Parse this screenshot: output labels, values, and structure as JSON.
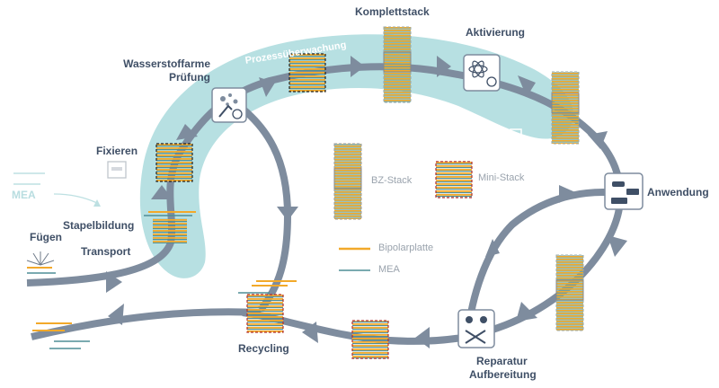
{
  "labels": {
    "komplettstack": "Komplettstack",
    "aktivierung": "Aktivierung",
    "wasserstoffarme": "Wasserstoffarme",
    "pruefung": "Prüfung",
    "fixieren": "Fixieren",
    "stapelbildung": "Stapelbildung",
    "fuegen": "Fügen",
    "transport": "Transport",
    "anwendung": "Anwendung",
    "recycling": "Recycling",
    "reparatur": "Reparatur",
    "aufbereitung": "Aufbereitung",
    "mea_input": "MEA",
    "prozessueberwachung": "Prozessüberwachung",
    "bz_stack": "BZ-Stack",
    "mini_stack": "Mini-Stack"
  },
  "legend": {
    "bipolarplatte": "Bipolarplatte",
    "mea": "MEA"
  },
  "colors": {
    "track": "#7e8c9e",
    "band": "#b7e0e2",
    "bipolarplatte": "#f2a92a",
    "mea": "#4f8e96",
    "text": "#3f4f66",
    "recycling_border": "#b03030"
  }
}
